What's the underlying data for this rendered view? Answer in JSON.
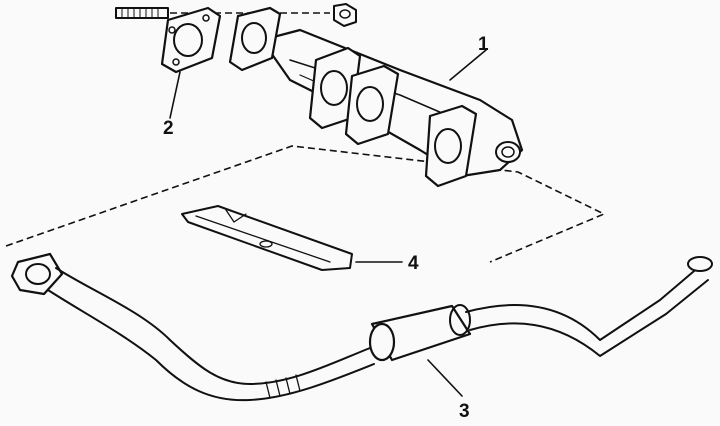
{
  "diagram": {
    "labels": {
      "exhaust_manifold": "1",
      "manifold_gasket": "2",
      "muffler_pipe": "3",
      "heat_shield": "4"
    }
  }
}
